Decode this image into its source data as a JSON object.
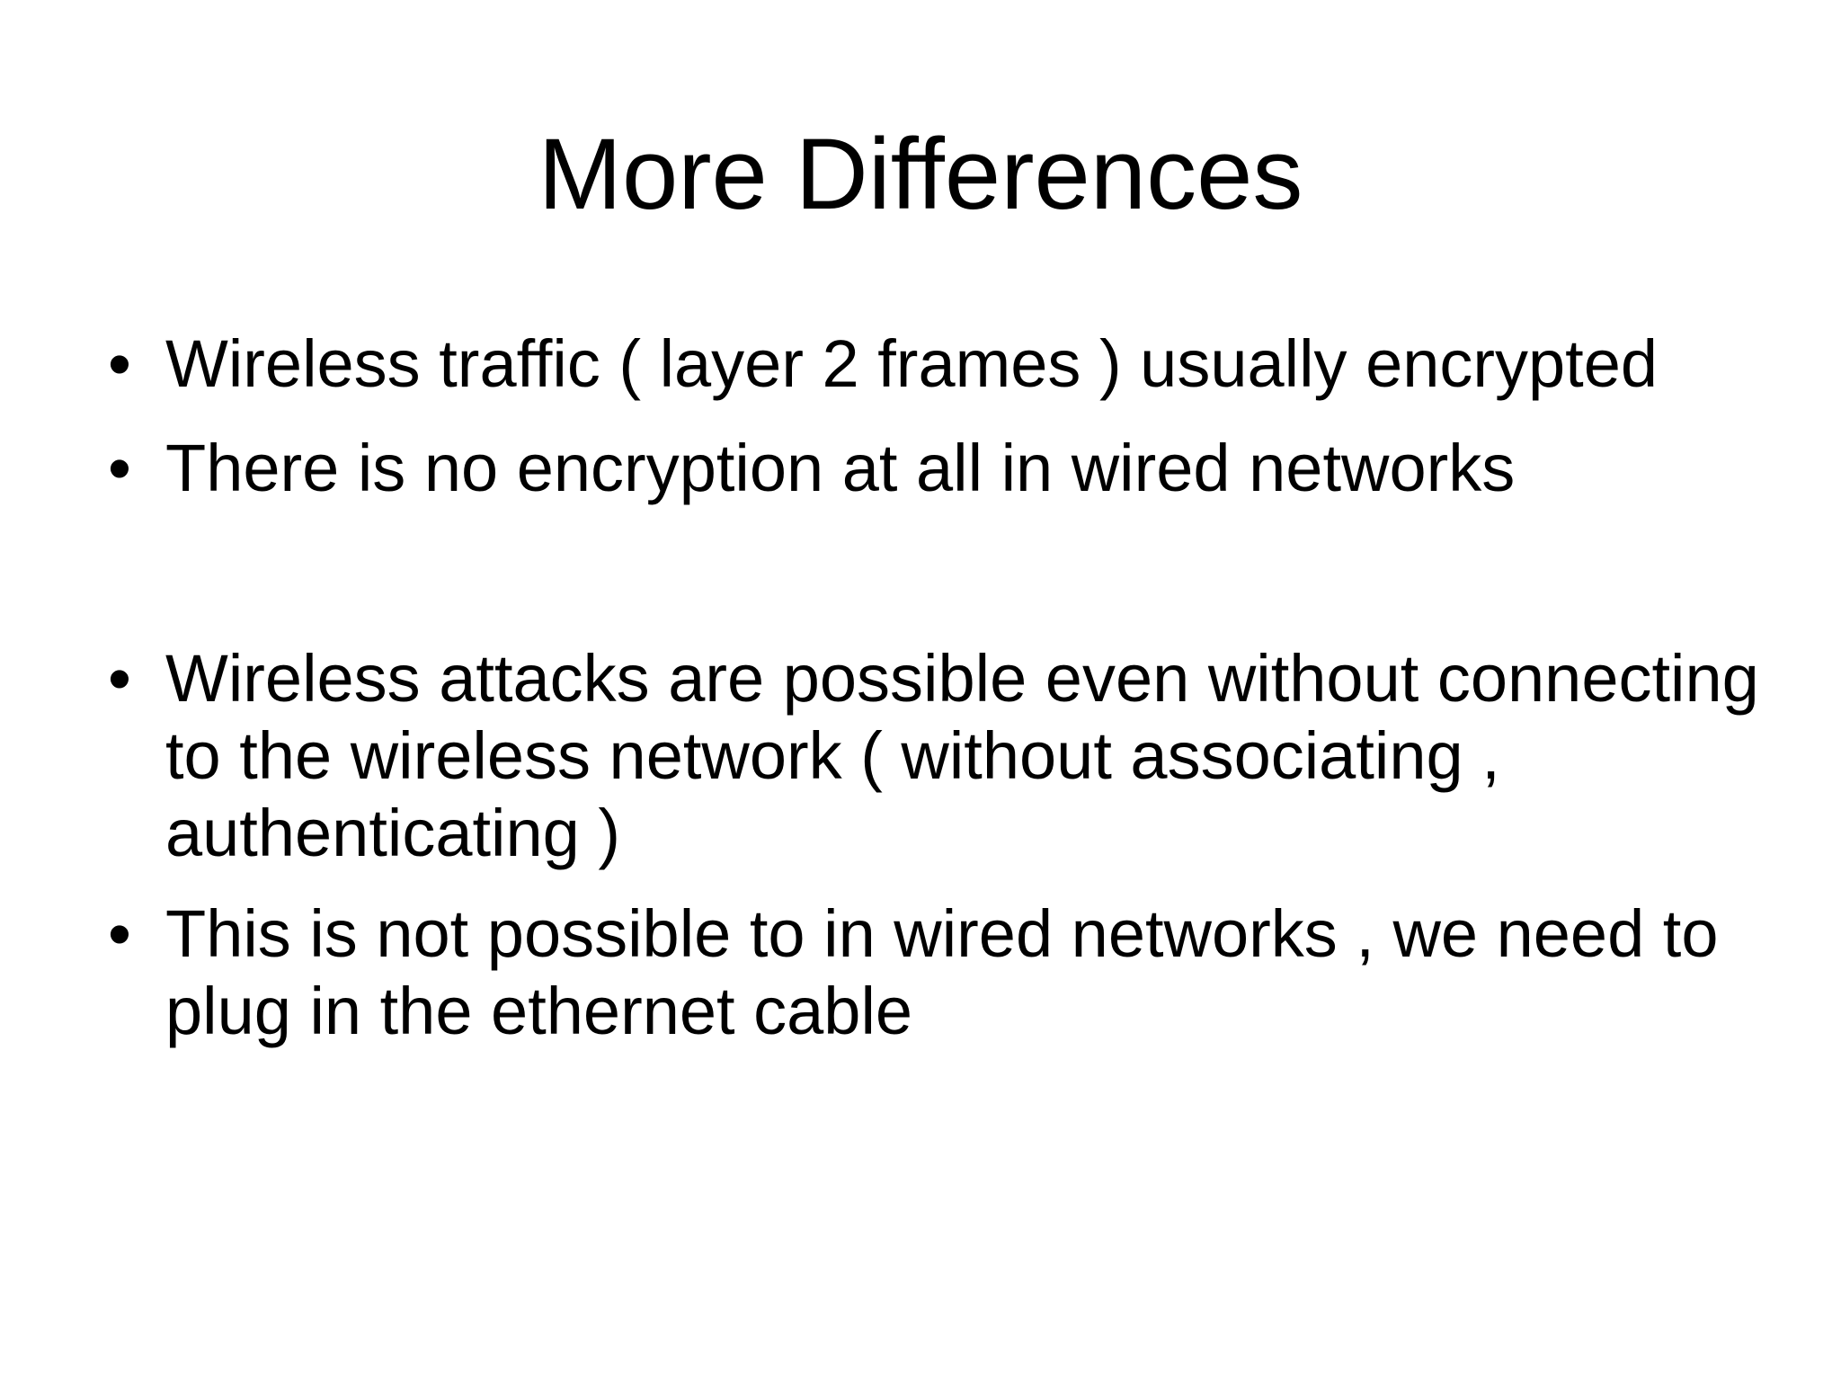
{
  "slide": {
    "title": "More Differences",
    "bullet_symbol": "•",
    "bullets": [
      {
        "text": "Wireless traffic ( layer 2 frames ) usually encrypted"
      },
      {
        "text": "There is no encryption at all in wired networks"
      },
      {
        "text": "Wireless attacks are possible even without connecting to the wireless network ( without associating , authenticating )"
      },
      {
        "text": "This is not possible to in wired networks , we need to plug in the ethernet cable"
      }
    ]
  }
}
